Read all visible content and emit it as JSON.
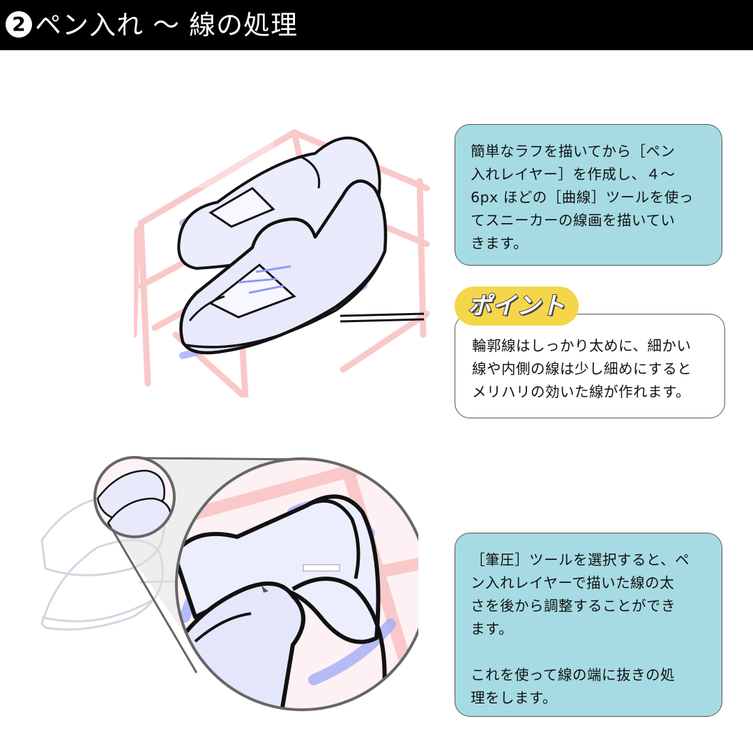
{
  "header": {
    "step_number": "2",
    "title": "ペン入れ ～ 線の処理"
  },
  "box1": {
    "text": "簡単なラフを描いてから［ペン\n入れレイヤー］を作成し、４～\n6px ほどの［曲線］ツールを使っ\nてスニーカーの線画を描いてい\nきます。"
  },
  "point": {
    "tag_label": "ポイント",
    "text": "輪郭線はしっかり太めに、細かい\n線や内側の線は少し細めにすると\nメリハリの効いた線が作れます。"
  },
  "box2": {
    "text": "［筆圧］ツールを選択すると、ペ\nン入れレイヤーで描いた線の太\nさを後から調整することができ\nます。\n\nこれを使って線の端に抜きの処\n理をします。"
  },
  "colors": {
    "header_bg": "#000000",
    "box_teal": "#a6dbe3",
    "point_yellow": "#f5d64b",
    "sketch_red": "#f4a6a6",
    "sketch_blue": "#9aa6f5"
  }
}
